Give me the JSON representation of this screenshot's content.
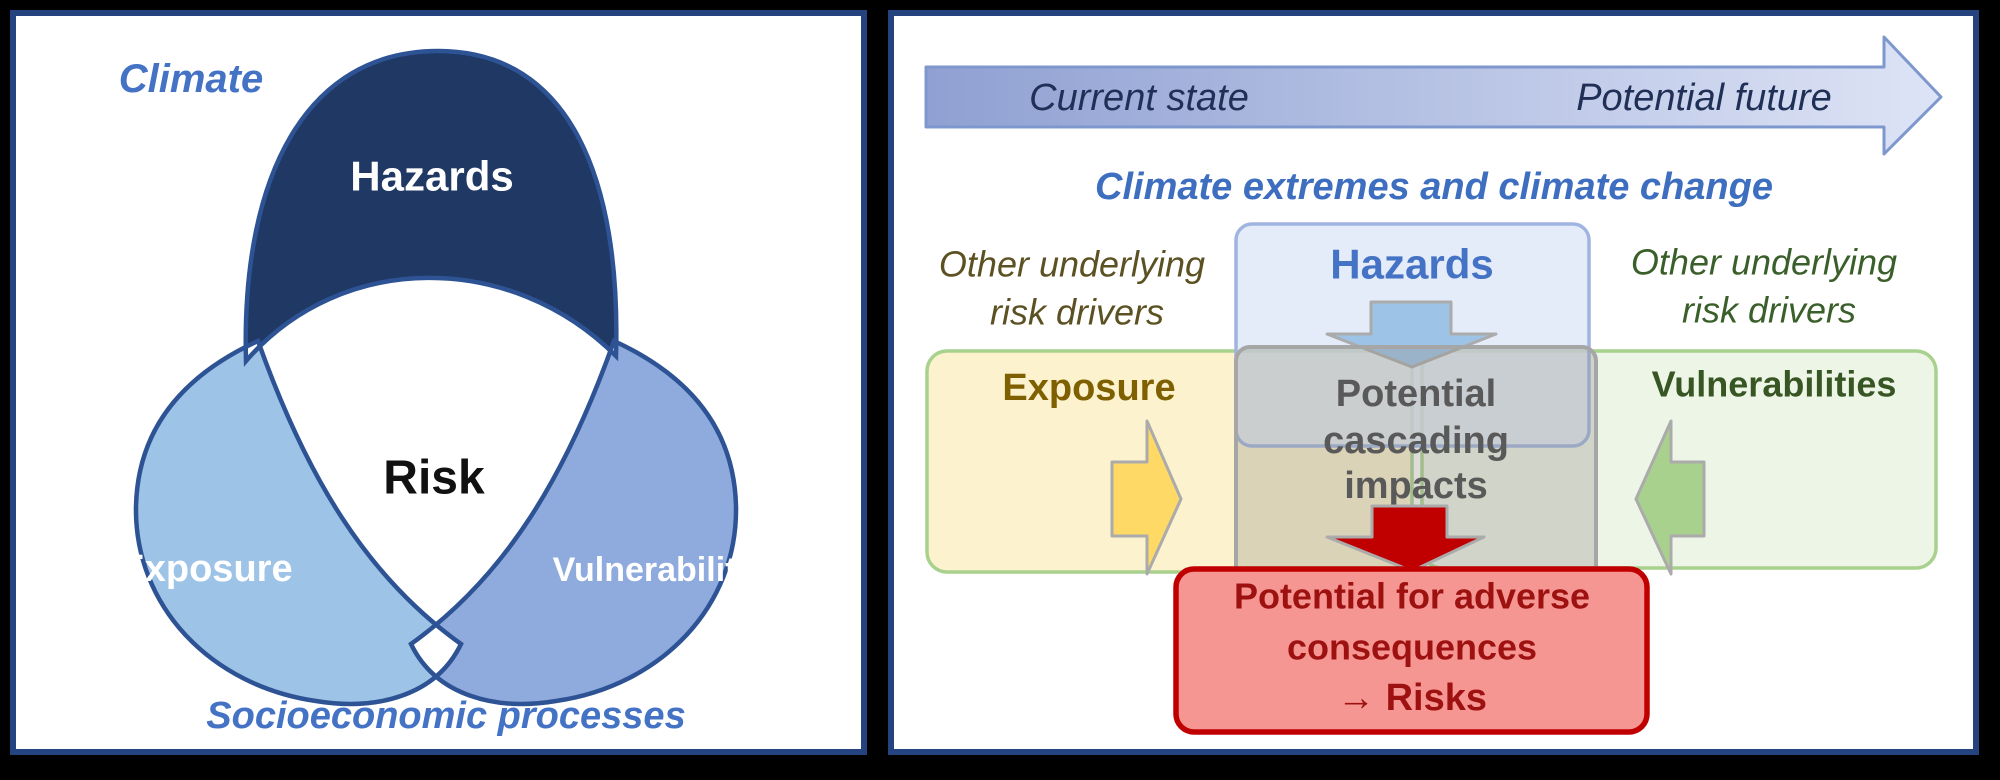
{
  "page": {
    "background": "#000000",
    "panel_border": "#24437F",
    "panel_background": "#FFFFFF"
  },
  "left_panel": {
    "climate_label": "Climate",
    "socioeconomic_label": "Socioeconomic processes",
    "caption_color": "#4472C4",
    "outline": "#2E5395",
    "hazards": {
      "label": "Hazards",
      "fill": "#1F3864",
      "text_color": "#FFFFFF"
    },
    "exposure": {
      "label": "Exposure",
      "fill": "#9DC3E6",
      "text_color": "#FFFFFF"
    },
    "vulnerability": {
      "label": "Vulnerability",
      "fill": "#8FAADC",
      "text_color": "#FFFFFF"
    },
    "risk_label": "Risk",
    "risk_color": "#111111"
  },
  "right_panel": {
    "timeline": {
      "left_label": "Current state",
      "right_label": "Potential future",
      "gradient_start": "#8FA0D2",
      "gradient_end": "#DEE4F6",
      "stroke": "#7E98CE",
      "text_color": "#1F2F55"
    },
    "subtitle": {
      "text": "Climate extremes and climate change",
      "color": "#3D6EBF"
    },
    "hazards_box": {
      "label": "Hazards",
      "fill": "#DDE7F8",
      "stroke": "#9FB4E0",
      "label_color": "#4472C4"
    },
    "exposure_box": {
      "label": "Exposure",
      "fill": "#FDF2CE",
      "stroke": "#A9D18E",
      "label_color": "#7F6000"
    },
    "vulnerabilities_box": {
      "label": "Vulnerabilities",
      "fill": "#EDF5E7",
      "stroke": "#A9D18E",
      "label_color": "#375623"
    },
    "left_drivers": {
      "line1": "Other underlying",
      "line2": "risk drivers",
      "color": "#5C5122"
    },
    "right_drivers": {
      "line1": "Other underlying",
      "line2": "risk drivers",
      "color": "#3A5F2A"
    },
    "cascading_box": {
      "line1": "Potential",
      "line2": "cascading",
      "line3": "impacts",
      "fill": "#96928A",
      "stroke": "#A6A6A6",
      "text_color": "#595959"
    },
    "risk_box": {
      "line1": "Potential for adverse",
      "line2": "consequences",
      "line3": "→ Risks",
      "fill": "#F69693",
      "stroke": "#C00000",
      "text_color": "#9E1111"
    },
    "arrows": {
      "hazards_down": "#9DC3E6",
      "exposure_right": "#FFD966",
      "vulnerabilities_left": "#A9D18E",
      "impacts_down": "#C00000",
      "outline": "#ABABAB"
    }
  }
}
